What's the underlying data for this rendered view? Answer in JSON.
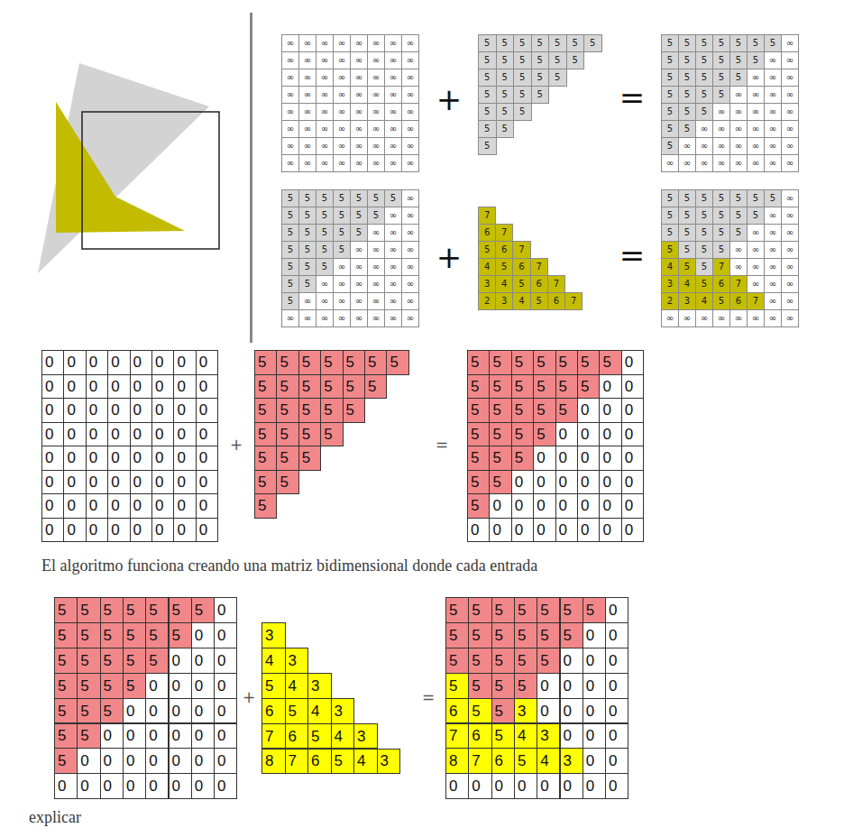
{
  "diagram": {
    "labels": [
      "∞",
      "∞",
      "∞",
      "∞",
      "∞",
      "∞",
      "∞",
      "∞",
      "∞",
      "∞",
      "∞",
      "∞",
      "∞",
      "∞",
      "∞",
      "∞",
      "∞",
      "∞",
      "∞",
      "∞",
      "∞",
      "∞",
      "∞",
      "∞",
      "∞",
      "∞",
      "∞",
      "∞",
      "∞",
      "∞",
      "∞",
      "∞",
      "∞",
      "∞",
      "∞",
      "∞",
      "∞",
      "∞",
      "∞",
      "∞",
      "∞",
      "∞",
      "∞",
      "∞",
      "∞",
      "∞",
      "∞",
      "∞",
      "∞",
      "∞",
      "∞",
      "∞",
      "∞",
      "∞",
      "∞",
      "∞",
      "∞",
      "∞",
      "∞",
      "∞",
      "∞",
      "∞",
      "∞",
      "∞",
      "+",
      "5",
      "5",
      "5",
      "5",
      "5",
      "5",
      "5",
      "5",
      "5",
      "5",
      "5",
      "5",
      "5",
      "5",
      "5",
      "5",
      "5",
      "5",
      "5",
      "5",
      "5",
      "5",
      "5",
      "5",
      "5",
      "5",
      "5",
      "5",
      "=",
      "5",
      "5",
      "5",
      "5",
      "5",
      "5",
      "5",
      "∞",
      "5",
      "5",
      "5",
      "5",
      "5",
      "5",
      "∞",
      "∞",
      "5",
      "5",
      "5",
      "5",
      "5",
      "∞",
      "∞",
      "∞",
      "5",
      "5",
      "5",
      "5",
      "∞",
      "∞",
      "∞",
      "∞",
      "5",
      "5",
      "5",
      "∞",
      "∞",
      "∞",
      "∞",
      "∞",
      "5",
      "5",
      "∞",
      "∞",
      "∞",
      "∞",
      "∞",
      "∞",
      "5",
      "∞",
      "∞",
      "∞",
      "∞",
      "∞",
      "∞",
      "∞",
      "∞",
      "∞",
      "∞",
      "∞",
      "∞",
      "∞",
      "∞",
      "∞",
      "5",
      "5",
      "5",
      "5",
      "5",
      "5",
      "5",
      "∞",
      "5",
      "5",
      "5",
      "5",
      "5",
      "5",
      "∞",
      "∞",
      "5",
      "5",
      "5",
      "5",
      "5",
      "∞",
      "∞",
      "∞",
      "5",
      "5",
      "5",
      "5",
      "∞",
      "∞",
      "∞",
      "∞",
      "5",
      "5",
      "5",
      "∞",
      "∞",
      "∞",
      "∞",
      "∞",
      "5",
      "5",
      "∞",
      "∞",
      "∞",
      "∞",
      "∞",
      "∞",
      "5",
      "∞",
      "∞",
      "∞",
      "∞",
      "∞",
      "∞",
      "∞",
      "∞",
      "∞",
      "∞",
      "∞",
      "∞",
      "∞",
      "∞",
      "∞",
      "+",
      "7",
      "6",
      "7",
      "5",
      "6",
      "7",
      "4",
      "5",
      "6",
      "7",
      "3",
      "4",
      "5",
      "6",
      "7",
      "2",
      "3",
      "4",
      "5",
      "6",
      "7",
      "=",
      "5",
      "5",
      "5",
      "5",
      "5",
      "5",
      "5",
      "∞",
      "5",
      "5",
      "5",
      "5",
      "5",
      "5",
      "∞",
      "∞",
      "5",
      "5",
      "5",
      "5",
      "5",
      "∞",
      "∞",
      "∞",
      "5",
      "5",
      "5",
      "5",
      "∞",
      "∞",
      "∞",
      "∞",
      "4",
      "5",
      "5",
      "7",
      "∞",
      "∞",
      "∞",
      "∞",
      "3",
      "4",
      "5",
      "6",
      "7",
      "∞",
      "∞",
      "∞",
      "2",
      "3",
      "4",
      "5",
      "6",
      "7",
      "∞",
      "∞",
      "∞",
      "∞",
      "∞",
      "∞",
      "∞",
      "∞",
      "∞",
      "∞",
      "0",
      "0",
      "0",
      "0",
      "0",
      "0",
      "0",
      "0",
      "0",
      "0",
      "0",
      "0",
      "0",
      "0",
      "0",
      "0",
      "0",
      "0",
      "0",
      "0",
      "0",
      "0",
      "0",
      "0",
      "0",
      "0",
      "0",
      "0",
      "0",
      "0",
      "0",
      "0",
      "0",
      "0",
      "0",
      "0",
      "0",
      "0",
      "0",
      "0",
      "0",
      "0",
      "0",
      "0",
      "0",
      "0",
      "0",
      "0",
      "0",
      "0",
      "0",
      "0",
      "0",
      "0",
      "0",
      "0",
      "0",
      "0",
      "0",
      "0",
      "0",
      "0",
      "0",
      "0",
      "+",
      "5",
      "5",
      "5",
      "5",
      "5",
      "5",
      "5",
      "5",
      "5",
      "5",
      "5",
      "5",
      "5",
      "5",
      "5",
      "5",
      "5",
      "5",
      "5",
      "5",
      "5",
      "5",
      "5",
      "5",
      "5",
      "5",
      "5",
      "5",
      "=",
      "5",
      "5",
      "5",
      "5",
      "5",
      "5",
      "5",
      "0",
      "5",
      "5",
      "5",
      "5",
      "5",
      "5",
      "0",
      "0",
      "5",
      "5",
      "5",
      "5",
      "5",
      "0",
      "0",
      "0",
      "5",
      "5",
      "5",
      "5",
      "0",
      "0",
      "0",
      "0",
      "5",
      "5",
      "5",
      "0",
      "0",
      "0",
      "0",
      "0",
      "5",
      "5",
      "0",
      "0",
      "0",
      "0",
      "0",
      "0",
      "5",
      "0",
      "0",
      "0",
      "0",
      "0",
      "0",
      "0",
      "0",
      "0",
      "0",
      "0",
      "0",
      "0",
      "0",
      "0",
      "El algoritmo funciona creando una matriz bidimensional donde cada entrada",
      "5",
      "5",
      "5",
      "5",
      "5",
      "5",
      "5",
      "0",
      "5",
      "5",
      "5",
      "5",
      "5",
      "5",
      "0",
      "0",
      "5",
      "5",
      "5",
      "5",
      "5",
      "0",
      "0",
      "0",
      "5",
      "5",
      "5",
      "5",
      "0",
      "0",
      "0",
      "0",
      "5",
      "5",
      "5",
      "0",
      "0",
      "0",
      "0",
      "0",
      "5",
      "5",
      "0",
      "0",
      "0",
      "0",
      "0",
      "0",
      "5",
      "0",
      "0",
      "0",
      "0",
      "0",
      "0",
      "0",
      "0",
      "0",
      "0",
      "0",
      "0",
      "0",
      "0",
      "0",
      "+",
      "3",
      "4",
      "3",
      "5",
      "4",
      "3",
      "6",
      "5",
      "4",
      "3",
      "7",
      "6",
      "5",
      "4",
      "3",
      "8",
      "7",
      "6",
      "5",
      "4",
      "3",
      "=",
      "5",
      "5",
      "5",
      "5",
      "5",
      "5",
      "5",
      "0",
      "5",
      "5",
      "5",
      "5",
      "5",
      "5",
      "0",
      "0",
      "5",
      "5",
      "5",
      "5",
      "5",
      "0",
      "0",
      "0",
      "5",
      "5",
      "5",
      "5",
      "0",
      "0",
      "0",
      "0",
      "6",
      "5",
      "5",
      "3",
      "0",
      "0",
      "0",
      "0",
      "7",
      "6",
      "5",
      "4",
      "3",
      "0",
      "0",
      "0",
      "8",
      "7",
      "6",
      "5",
      "4",
      "3",
      "0",
      "0",
      "0",
      "0",
      "0",
      "0",
      "0",
      "0",
      "0",
      "0",
      "explicar"
    ]
  }
}
